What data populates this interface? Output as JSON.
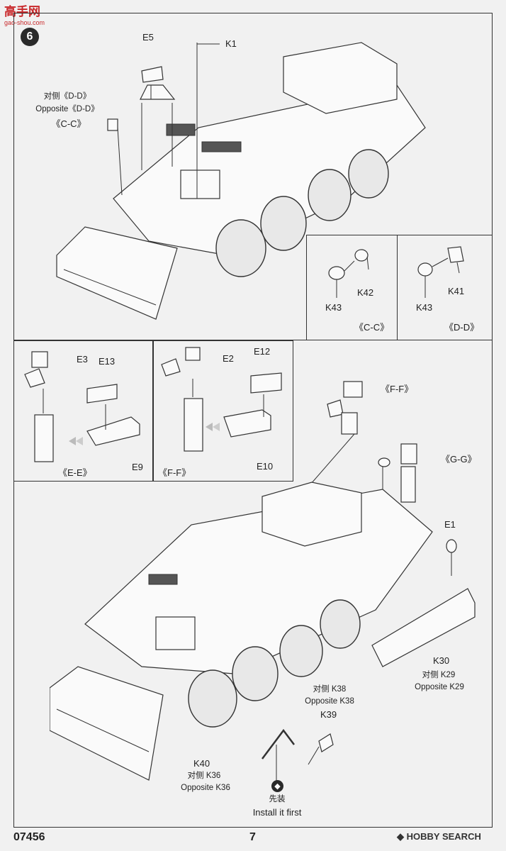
{
  "header": {
    "site_logo": "高手网",
    "site_url": "gao-shou.com"
  },
  "step": {
    "number": "6"
  },
  "top": {
    "label_e5": "E5",
    "label_k1": "K1",
    "opp_cn": "对侧《D-D》",
    "opp_en": "Opposite《D-D》",
    "cc": "《C-C》"
  },
  "detail_cc": {
    "k42": "K42",
    "k43": "K43",
    "title": "《C-C》"
  },
  "detail_dd": {
    "k41": "K41",
    "k43": "K43",
    "title": "《D-D》"
  },
  "detail_ee": {
    "e3": "E3",
    "e13": "E13",
    "e9": "E9",
    "title": "《E-E》"
  },
  "detail_ff": {
    "e2": "E2",
    "e12": "E12",
    "e10": "E10",
    "title": "《F-F》"
  },
  "bottom": {
    "ff": "《F-F》",
    "gg": "《G-G》",
    "e1": "E1",
    "k30": "K30",
    "k29_cn": "对侧 K29",
    "k29_en": "Opposite K29",
    "k38_cn": "对侧 K38",
    "k38_en": "Opposite K38",
    "k39": "K39",
    "k40": "K40",
    "k36_cn": "对侧 K36",
    "k36_en": "Opposite K36",
    "first_cn": "先装",
    "first_en": "Install it first"
  },
  "footer": {
    "code": "07456",
    "page": "7",
    "watermark": "HOBBY SEARCH"
  }
}
